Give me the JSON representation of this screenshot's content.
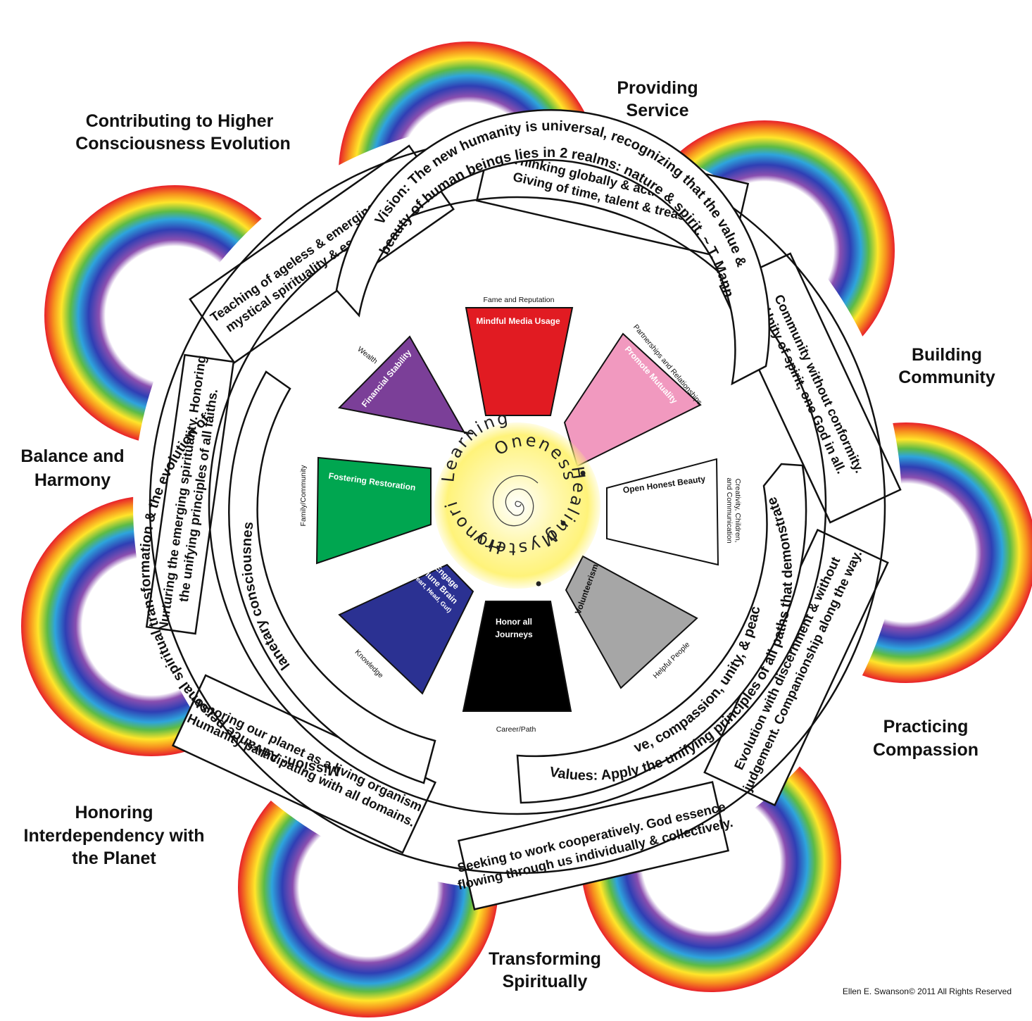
{
  "copyright": "Ellen E. Swanson© 2011 All Rights Reserved",
  "colors": {
    "fame": "#e11b22",
    "partnerships": "#f199bf",
    "creativity": "#ffffff",
    "helpful": "#a6a6a6",
    "career": "#000000",
    "knowledge": "#2b3192",
    "family": "#00a650",
    "wealth": "#7b3f98",
    "core": "#fff37a"
  },
  "areas": {
    "providing_service": [
      "Providing",
      "Service"
    ],
    "building_community": [
      "Building",
      "Community"
    ],
    "practicing_compassion": [
      "Practicing",
      "Compassion"
    ],
    "transforming_spiritually": [
      "Transforming",
      "Spiritually"
    ],
    "honoring_interdependency": [
      "Honoring",
      "Interdependency with",
      "the Planet"
    ],
    "balance_harmony": [
      "Balance and",
      "Harmony"
    ],
    "higher_consciousness": [
      "Contributing to Higher",
      "Consciousness Evolution"
    ]
  },
  "bands": {
    "service": [
      "Thinking globally & acting locally.",
      "Giving of time, talent & treasure."
    ],
    "community": [
      "Community without conformity.",
      "Unity of spirit, one God in all."
    ],
    "compassion": [
      "Evolution with discernment & without",
      "judgement. Companionship along the way."
    ],
    "spiritual": [
      "Seeking to work cooperatively. God essence",
      "flowing through us individually & collectively."
    ],
    "planet": [
      "Honoring our planet as a living organism.",
      "Humanity participating with all domains."
    ],
    "balance": [
      "Nurturing the emerging spirituality. Honoring",
      "the unifying principles of all faiths."
    ],
    "consciousness": [
      "Teaching of ageless & emerging wisdom,",
      "mystical spirituality & esoteric studies."
    ]
  },
  "statements": {
    "vision": [
      "Vision: The new humanity is universal, recognizing that the value &",
      "beauty of human beings lies in 2 realms: nature & spirit. ~ T. Mann"
    ],
    "values": [
      "Values: Apply the unifying principles of all paths that demonstrate",
      "love, compassion, unity, & peace."
    ],
    "mission": [
      "Mission: Advance personal spiritual transformation & the evolution of",
      "planetary consciousness."
    ]
  },
  "segments": {
    "fame": "Mindful Media Usage",
    "partnerships": "Promote Mutuality",
    "creativity": "Open Honest Beauty",
    "helpful": "Volunteerism",
    "career": [
      "Honor all",
      "Journeys"
    ],
    "knowledge": [
      "Engage",
      "Triune Brain",
      "(Heart, Head, Gut)"
    ],
    "family": "Fostering Restoration",
    "wealth": "Financial Stability"
  },
  "domains": {
    "fame": "Fame and Reputation",
    "partnerships": "Partnerships and Relationships",
    "creativity": [
      "Creativity, Children,",
      "and Communication"
    ],
    "helpful": "Helpful People",
    "career": "Career/Path",
    "knowledge": "Knowledge",
    "family": "Family/Community",
    "wealth": "Wealth"
  },
  "core": {
    "learning": "Learning",
    "healing": "Healing",
    "mystery": "Mystery",
    "honoring": "Honoring",
    "oneness": "Oneness",
    "dot": "•"
  }
}
